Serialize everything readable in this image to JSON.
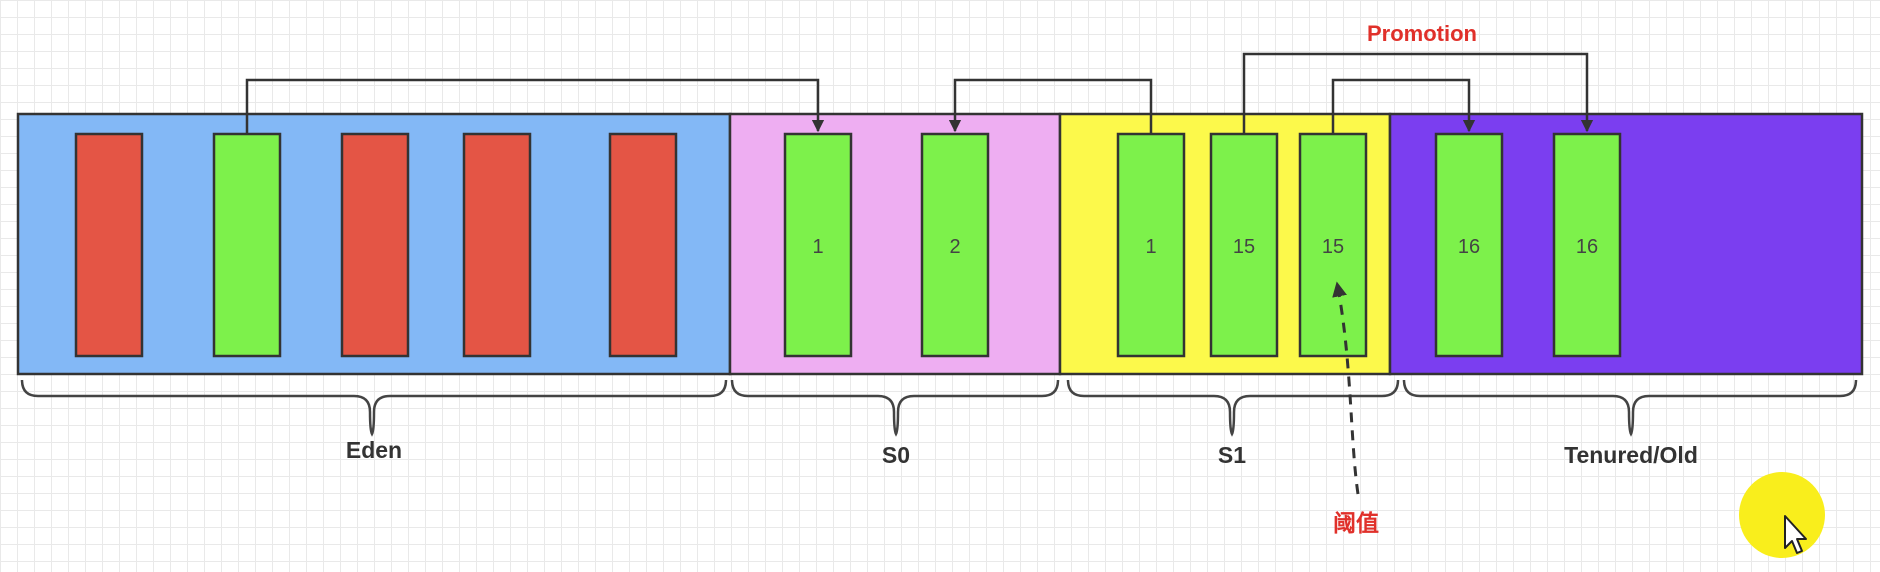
{
  "regions": [
    {
      "name": "eden",
      "label": "Eden",
      "color": "#83b8f6"
    },
    {
      "name": "s0",
      "label": "S0",
      "color": "#eeaef2"
    },
    {
      "name": "s1",
      "label": "S1",
      "color": "#fcf94b"
    },
    {
      "name": "tenured",
      "label": "Tenured/Old",
      "color": "#7b3ef0"
    }
  ],
  "objects": [
    {
      "region": "eden",
      "color": "#e45545",
      "label": ""
    },
    {
      "region": "eden",
      "color": "#7df14b",
      "label": ""
    },
    {
      "region": "eden",
      "color": "#e45545",
      "label": ""
    },
    {
      "region": "eden",
      "color": "#e45545",
      "label": ""
    },
    {
      "region": "eden",
      "color": "#e45545",
      "label": ""
    },
    {
      "region": "s0",
      "color": "#7df14b",
      "label": "1"
    },
    {
      "region": "s0",
      "color": "#7df14b",
      "label": "2"
    },
    {
      "region": "s1",
      "color": "#7df14b",
      "label": "1"
    },
    {
      "region": "s1",
      "color": "#7df14b",
      "label": "15"
    },
    {
      "region": "s1",
      "color": "#7df14b",
      "label": "15"
    },
    {
      "region": "tenured",
      "color": "#7df14b",
      "label": "16"
    },
    {
      "region": "tenured",
      "color": "#7df14b",
      "label": "16"
    }
  ],
  "promotion_label": "Promotion",
  "threshold_label": "阈值",
  "accent_color": "#e0302a",
  "cursor_highlight_color": "#f9ee1c",
  "icons": {
    "cursor": "mouse-pointer-icon"
  }
}
